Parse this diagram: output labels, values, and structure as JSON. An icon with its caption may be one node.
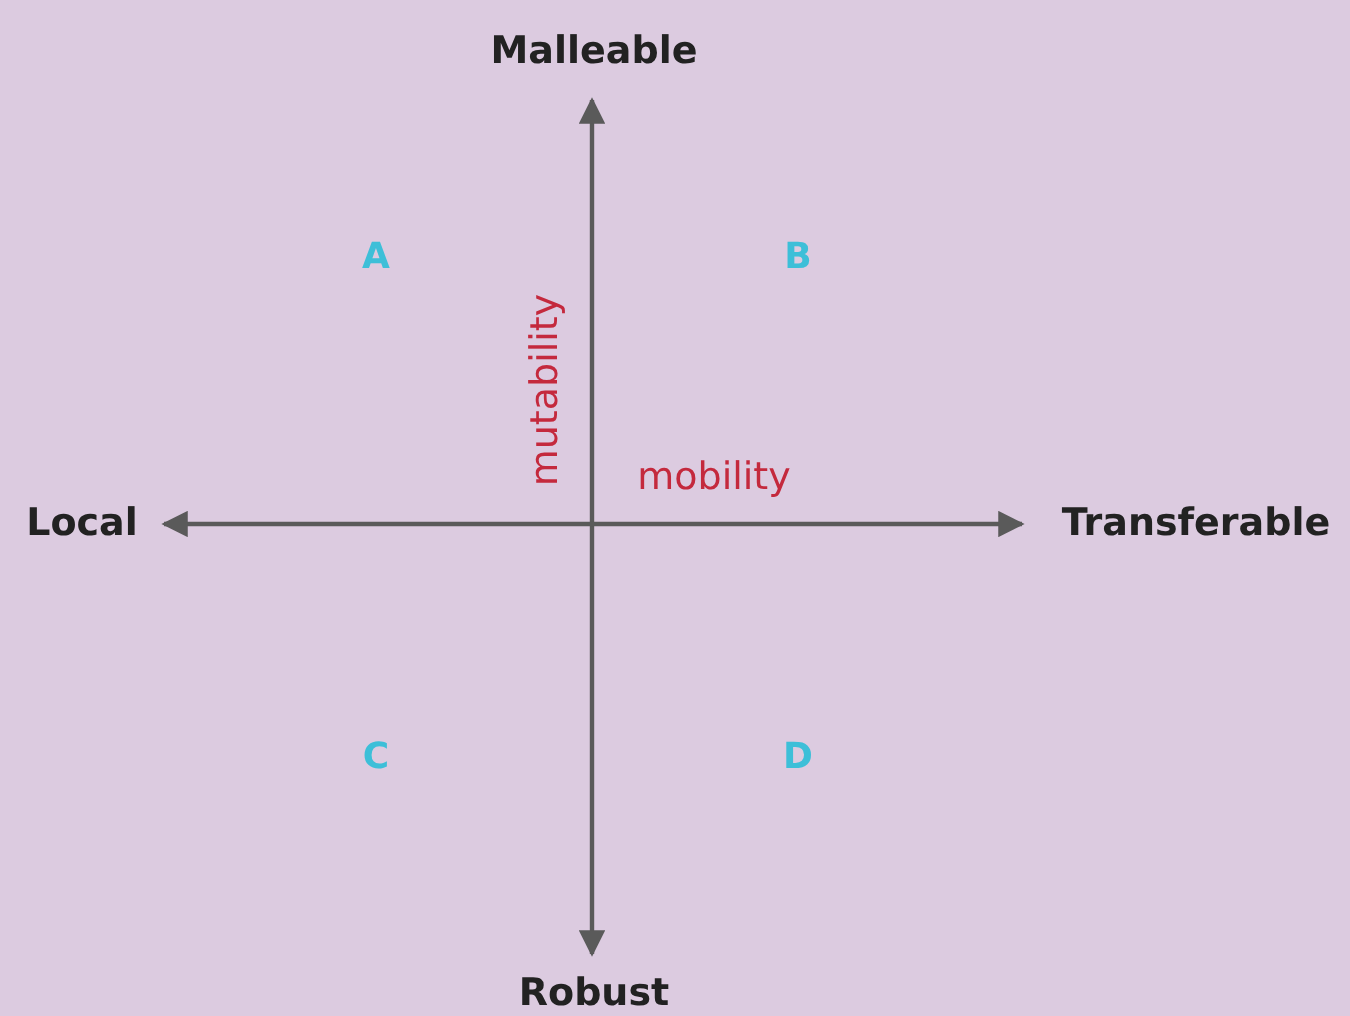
{
  "diagram": {
    "labels": [
      "Malleable",
      "A",
      "B",
      "mutability",
      "mobility",
      "Local",
      "Transferable",
      "C",
      "D",
      "Robust"
    ]
  }
}
